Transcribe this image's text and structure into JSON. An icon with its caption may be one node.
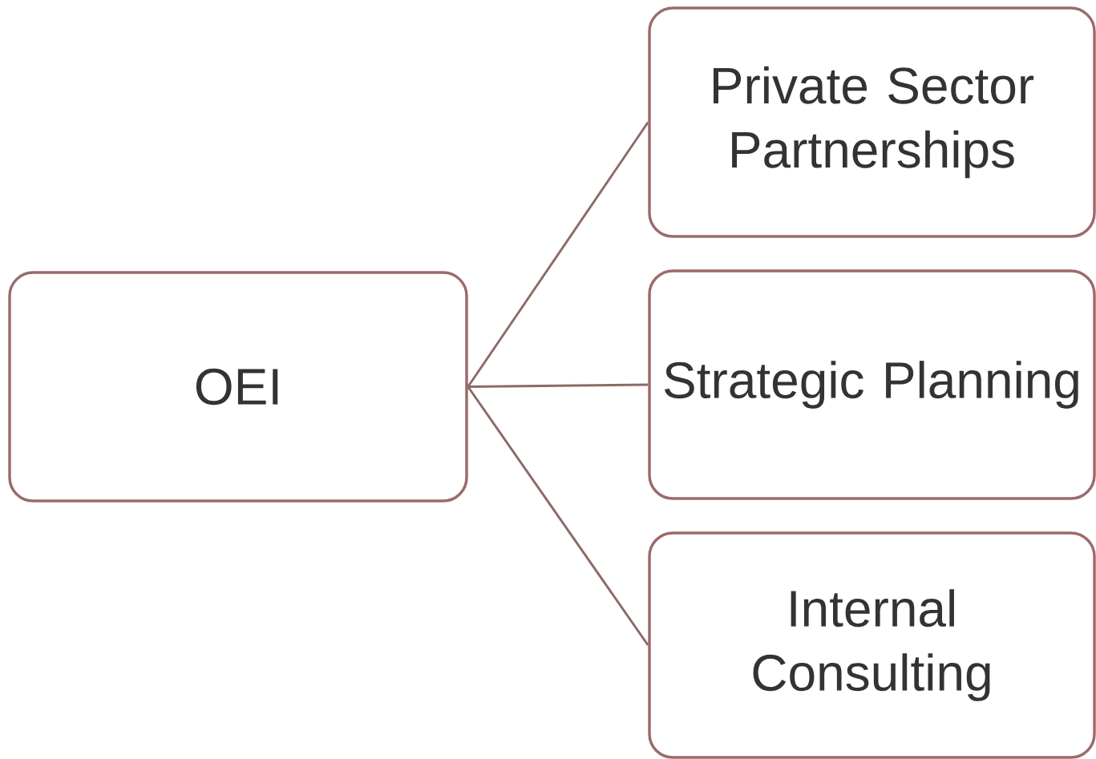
{
  "diagram": {
    "nodes": [
      {
        "text": [
          "OEI"
        ]
      },
      {
        "text": [
          "Private Sector Partnerships"
        ]
      },
      {
        "text": [
          "Strategic Planning"
        ]
      },
      {
        "text": [
          "Internal Consulting"
        ]
      }
    ],
    "edges": [
      {
        "from": 0,
        "to": 1,
        "arrow": "none"
      },
      {
        "from": 0,
        "to": 2,
        "arrow": "none"
      },
      {
        "from": 0,
        "to": 3,
        "arrow": "none"
      }
    ]
  }
}
